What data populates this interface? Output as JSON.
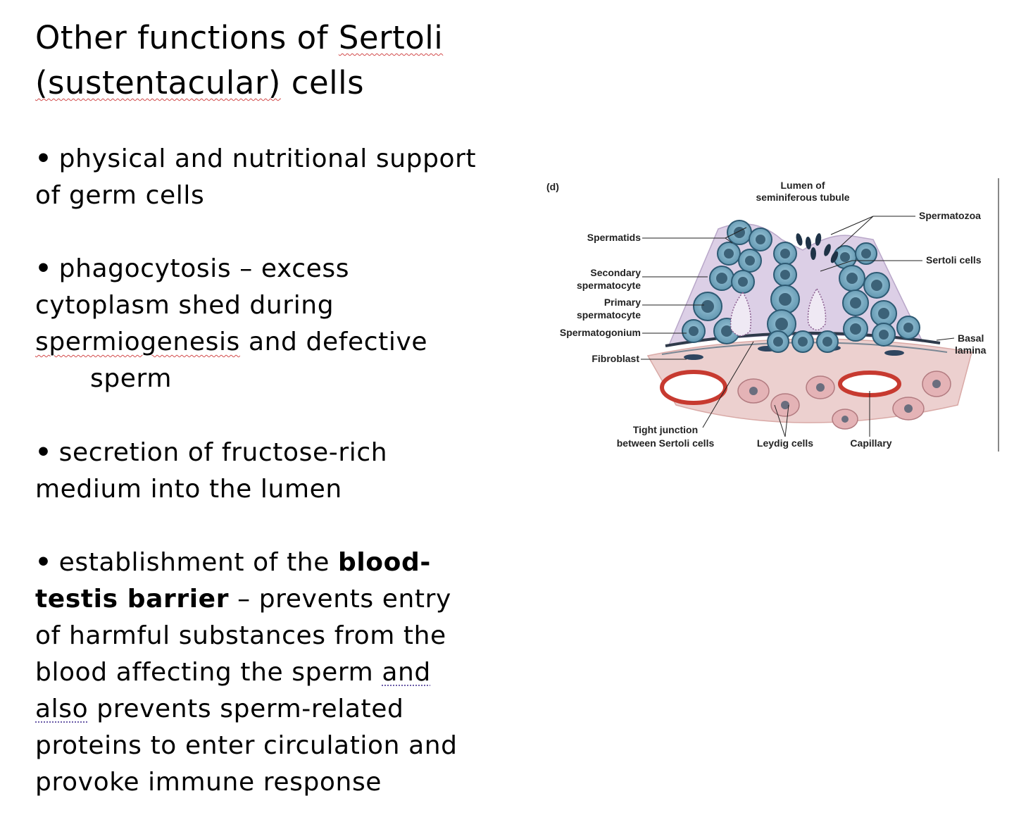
{
  "slide": {
    "title_lines": [
      "Other functions of Sertoli",
      "(sustentacular) cells"
    ],
    "title_parts": {
      "line1_a": "Other functions of ",
      "line1_b": "Sertoli",
      "line2_a": "(sustentacular)",
      "line2_b": " cells"
    },
    "bullet_char": "•",
    "bullets": [
      {
        "lines": [
          "physical and nutritional support",
          "of germ cells"
        ]
      },
      {
        "lines": [
          "phagocytosis – excess",
          "cytoplasm shed during",
          "spermiogenesis and defective",
          "sperm"
        ],
        "parts": {
          "l3_a": "spermiogenesis",
          "l3_b": " and defective"
        }
      },
      {
        "lines": [
          "secretion of fructose-rich",
          "medium into the lumen"
        ]
      },
      {
        "lines": [
          "establishment of the blood-",
          "testis barrier – prevents entry",
          "of harmful substances from the",
          "blood affecting the sperm and",
          "also prevents sperm-related",
          "proteins to enter circulation and",
          "provoke immune response"
        ],
        "parts": {
          "l1_a": "establishment of the ",
          "l1_b": "blood-",
          "l2_a": "testis barrier",
          "l2_b": " – prevents entry",
          "l4_a": "blood affecting the sperm ",
          "l4_b": "and",
          "l5_a": "also",
          "l5_b": " prevents sperm-related"
        }
      }
    ]
  },
  "figure": {
    "panel_label": "(d)",
    "labels": {
      "lumen": [
        "Lumen of",
        "seminiferous tubule"
      ],
      "spermatozoa": "Spermatozoa",
      "spermatids": "Spermatids",
      "sertoli_cells": "Sertoli cells",
      "secondary_spermatocyte": [
        "Secondary",
        "spermatocyte"
      ],
      "primary_spermatocyte": [
        "Primary",
        "spermatocyte"
      ],
      "spermatogonium": "Spermatogonium",
      "basal_lamina": [
        "Basal",
        "lamina"
      ],
      "fibroblast": "Fibroblast",
      "tight_junction": [
        "Tight junction",
        "between Sertoli cells"
      ],
      "leydig_cells": "Leydig cells",
      "capillary": "Capillary"
    },
    "colors": {
      "germ_cell": "#6ea3bd",
      "germ_nucleus": "#3c6278",
      "sertoli_cytoplasm": "#d9cce3",
      "connective_tissue": "#e8c7c7",
      "capillary_wall": "#c73a30",
      "basal_lamina": "#2f3a4a"
    }
  }
}
